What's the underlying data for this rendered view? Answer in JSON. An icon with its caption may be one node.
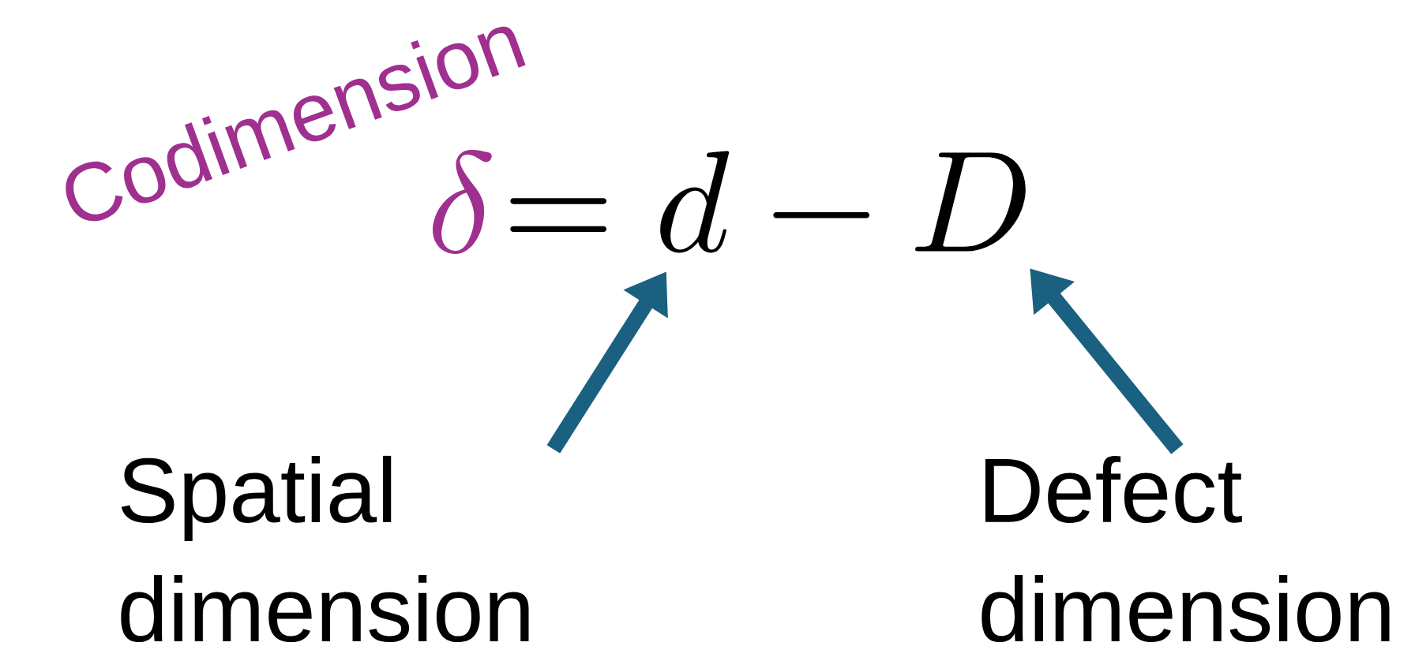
{
  "diagram": {
    "nodes": [
      {
        "text": [
          "Spatial dimension"
        ]
      },
      {
        "text": [
          "Defect dimension"
        ]
      }
    ],
    "edges": [
      {
        "from": 0,
        "to": null,
        "arrow": "to"
      },
      {
        "from": 1,
        "to": null,
        "arrow": "to"
      }
    ],
    "labels": [
      "Codimension",
      "\\boldsymbol{\\delta}",
      "= d - D"
    ]
  }
}
